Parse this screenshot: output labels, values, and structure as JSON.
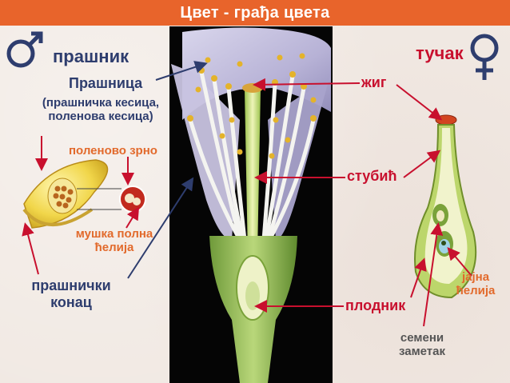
{
  "title": "Цвет - грађа цвета",
  "colors": {
    "title_bar": "#e8642b",
    "male_label": "#2e3d6e",
    "female_label": "#c8102e",
    "pollen_label": "#e26a2c",
    "pointer_red": "#c8102e",
    "pointer_blue": "#2e3d6e"
  },
  "left": {
    "male_symbol": "♂",
    "heading": "прашник",
    "anther": "Прашница",
    "anther_note_line1": "(прашничка кесица,",
    "anther_note_line2": "поленова кесица)",
    "pollen_grain": "поленово зрно",
    "sperm_cell_line1": "мушка полна",
    "sperm_cell_line2": "ћелија",
    "filament_line1": "прашнички",
    "filament_line2": "конац"
  },
  "right": {
    "female_symbol": "♀",
    "heading": "тучак",
    "stigma": "жиг",
    "style": "стубић",
    "ovary": "плодник",
    "egg_cell_line1": "јајна",
    "egg_cell_line2": "ћелија",
    "ovule_line1": "семени",
    "ovule_line2": "заметак"
  },
  "icons": [
    "male-symbol-icon",
    "female-symbol-icon"
  ]
}
